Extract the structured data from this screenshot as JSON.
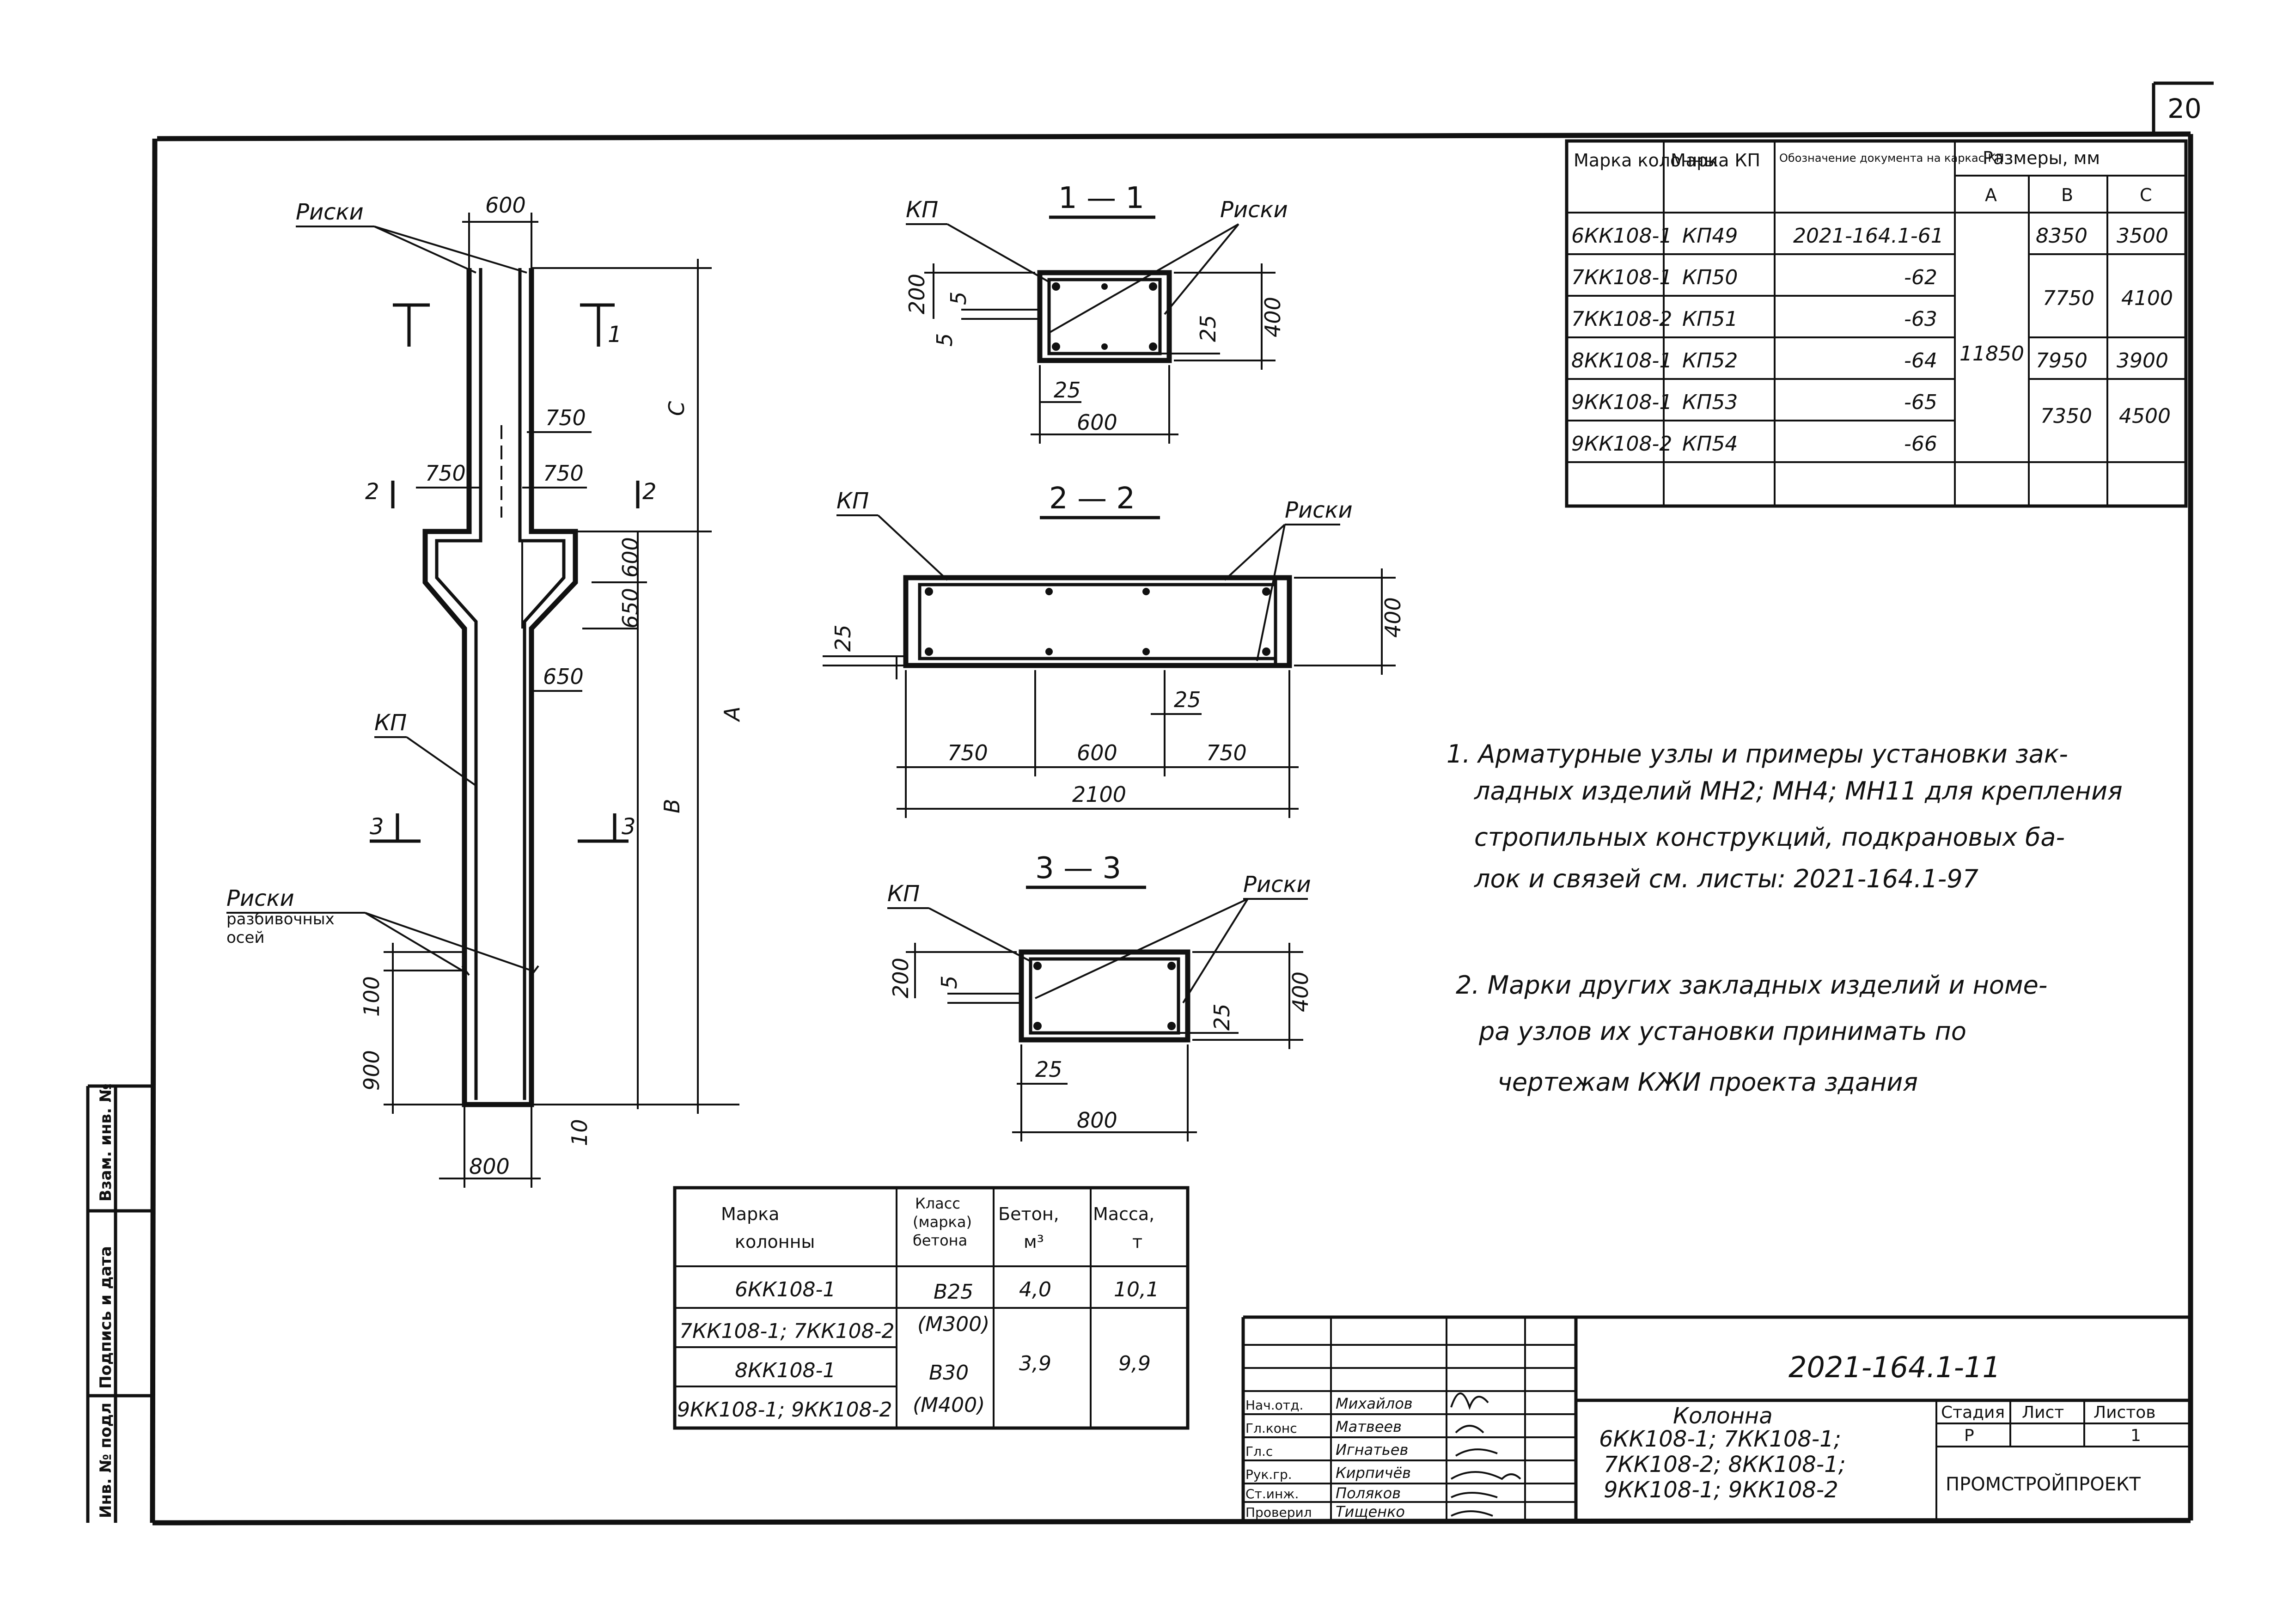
{
  "sheet_number": "20",
  "labels": {
    "riski": "Риски",
    "kp": "КП",
    "riski_axes_1": "Риски",
    "riski_axes_2": "разбивочных",
    "riski_axes_3": "осей"
  },
  "sections": {
    "s1": "1 — 1",
    "s2": "2 — 2",
    "s3": "3 — 3",
    "mark1": "1",
    "mark2": "2",
    "mark3": "3"
  },
  "elevation_dims": {
    "top_width": "600",
    "bottom_width": "800",
    "c": "С",
    "a": "А",
    "b": "В",
    "d750a": "750",
    "d750b": "750",
    "d750c": "750",
    "d600": "600",
    "d650a": "650",
    "d650b": "650",
    "d100": "100",
    "d900": "900",
    "d10": "10"
  },
  "s1_dims": {
    "w": "600",
    "h": "400",
    "d200": "200",
    "d5a": "5",
    "d5b": "5",
    "d25a": "25",
    "d25b": "25"
  },
  "s2_dims": {
    "d750a": "750",
    "d600": "600",
    "d750b": "750",
    "total": "2100",
    "h": "400",
    "d25a": "25",
    "d25b": "25"
  },
  "s3_dims": {
    "w": "800",
    "h": "400",
    "d200": "200",
    "d5": "5",
    "d25a": "25",
    "d25b": "25"
  },
  "sizes_table": {
    "h_mark": "Марка колонны",
    "h_kp": "Марка КП",
    "h_doc": "Обозначение документа на каркас КП",
    "h_sizes": "Размеры, мм",
    "h_a": "А",
    "h_b": "В",
    "h_c": "С",
    "a_value": "11850",
    "rows": [
      {
        "mark": "6КК108-1",
        "kp": "КП49",
        "doc": "2021-164.1-61",
        "b": "8350",
        "c": "3500"
      },
      {
        "mark": "7КК108-1",
        "kp": "КП50",
        "doc": "-62",
        "b": "7750",
        "c": "4100"
      },
      {
        "mark": "7КК108-2",
        "kp": "КП51",
        "doc": "-63",
        "b": "",
        "c": ""
      },
      {
        "mark": "8КК108-1",
        "kp": "КП52",
        "doc": "-64",
        "b": "7950",
        "c": "3900"
      },
      {
        "mark": "9КК108-1",
        "kp": "КП53",
        "doc": "-65",
        "b": "7350",
        "c": "4500"
      },
      {
        "mark": "9КК108-2",
        "kp": "КП54",
        "doc": "-66",
        "b": "",
        "c": ""
      }
    ]
  },
  "notes": [
    "1. Арматурные узлы и примеры установки зак-",
    "ладных изделий МН2; МН4; МН11 для крепления",
    "стропильных конструкций, подкрановых ба-",
    "лок и связей см. листы: 2021-164.1-97",
    "2. Марки других закладных изделий и номе-",
    "ра узлов их установки принимать по",
    "чертежам КЖИ проекта здания"
  ],
  "concrete_table": {
    "h_mark_1": "Марка",
    "h_mark_2": "колонны",
    "h_class_1": "Класс",
    "h_class_2": "(марка)",
    "h_class_3": "бетона",
    "h_vol_1": "Бетон,",
    "h_vol_2": "м³",
    "h_mass_1": "Масса,",
    "h_mass_2": "т",
    "r1_mark": "6КК108-1",
    "r2_mark": "7КК108-1; 7КК108-2",
    "r3_mark": "8КК108-1",
    "r4_mark": "9КК108-1; 9КК108-2",
    "class1": "В25",
    "class1m": "(М300)",
    "class2": "В30",
    "class2m": "(М400)",
    "vol1": "4,0",
    "vol2": "3,9",
    "mass1": "10,1",
    "mass2": "9,9"
  },
  "title_block": {
    "doc_code": "2021-164.1-11",
    "title_1": "Колонна",
    "title_2": "6КК108-1; 7КК108-1;",
    "title_3": "7КК108-2; 8КК108-1;",
    "title_4": "9КК108-1; 9КК108-2",
    "stage_h": "Стадия",
    "sheet_h": "Лист",
    "sheets_h": "Листов",
    "stage": "Р",
    "sheets": "1",
    "org": "ПРОМСТРОЙПРОЕКТ",
    "roles": [
      "Нач.отд.",
      "Гл.конс",
      "Гл.с",
      "Рук.гр.",
      "Ст.инж.",
      "Проверил"
    ],
    "names": [
      "Михайлов",
      "Матвеев",
      "Игнатьев",
      "Кирпичёв",
      "Поляков",
      "Тищенко"
    ]
  },
  "side_stamp": [
    "Инв. № подл",
    "Подпись и дата",
    "Взам. инв. №"
  ]
}
